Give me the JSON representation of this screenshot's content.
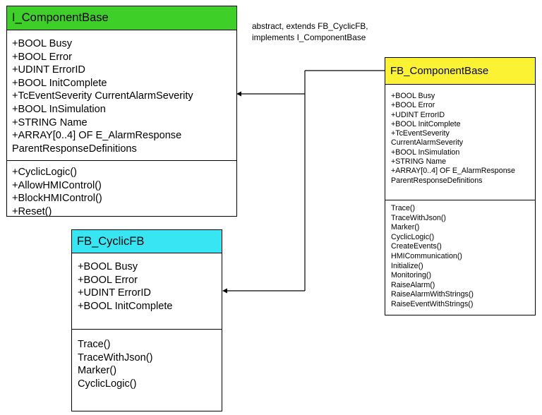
{
  "colors": {
    "i_component_base_header": "#3ecf28",
    "fb_cyclic_fb_header": "#37e6f2",
    "fb_component_base_header": "#fbf234",
    "line": "#000000"
  },
  "note": {
    "line1": "abstract, extends FB_CyclicFB,",
    "line2": "implements I_ComponentBase"
  },
  "i_component_base": {
    "title": "I_ComponentBase",
    "attributes": [
      "+BOOL Busy",
      "+BOOL Error",
      "+UDINT ErrorID",
      "+BOOL InitComplete",
      "+TcEventSeverity CurrentAlarmSeverity",
      "+BOOL InSimulation",
      "+STRING Name",
      "+ARRAY[0..4] OF E_AlarmResponse",
      "ParentResponseDefinitions"
    ],
    "operations": [
      "+CyclicLogic()",
      "+AllowHMIControl()",
      "+BlockHMIControl()",
      "+Reset()"
    ]
  },
  "fb_cyclic_fb": {
    "title": "FB_CyclicFB",
    "attributes": [
      "+BOOL Busy",
      "+BOOL Error",
      "+UDINT ErrorID",
      "+BOOL InitComplete"
    ],
    "operations": [
      "Trace()",
      "TraceWithJson()",
      "Marker()",
      "CyclicLogic()"
    ]
  },
  "fb_component_base": {
    "title": "FB_ComponentBase",
    "attributes": [
      "+BOOL Busy",
      "+BOOL Error",
      "+UDINT ErrorID",
      "+BOOL InitComplete",
      "+TcEventSeverity",
      "CurrentAlarmSeverity",
      "+BOOL InSimulation",
      "+STRING Name",
      "+ARRAY[0..4] OF E_AlarmResponse",
      "ParentResponseDefinitions"
    ],
    "operations": [
      "Trace()",
      "TraceWithJson()",
      "Marker()",
      "CyclicLogic()",
      "CreateEvents()",
      "HMICommunication()",
      "Initialize()",
      "Monitoring()",
      "RaiseAlarm()",
      "RaiseAlarmWithStrings()",
      "RaiseEventWithStrings()"
    ]
  }
}
